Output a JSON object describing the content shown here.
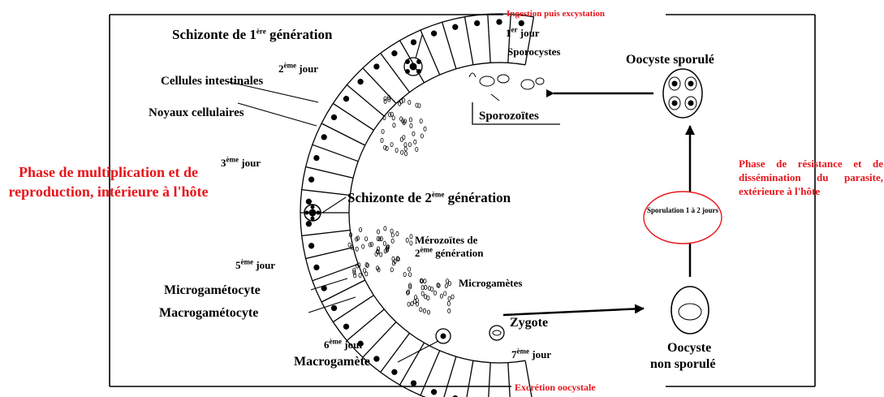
{
  "title_top": "Ingestion puis excystation",
  "title_bottom": "Excrétion oocystale",
  "left_phase": "Phase de multiplication et de reproduction, intérieure à l'hôte",
  "right_phase": "Phase de résistance et de dissémination du parasite, extérieure à l'hôte",
  "sporulation": "Sporulation 1 à 2 jours",
  "schizonte1": {
    "text": "Schizonte de 1",
    "sup": "ère",
    "tail": " génération"
  },
  "schizonte2": {
    "text": "Schizonte de 2",
    "sup": "ème",
    "tail": " génération"
  },
  "cellules": "Cellules intestinales",
  "noyaux": "Noyaux cellulaires",
  "sporocystes": "Sporocystes",
  "sporozoites": "Sporozoïtes",
  "oocyste_sporule": "Oocyste sporulé",
  "oocyste_non_l1": "Oocyste",
  "oocyste_non_l2": "non sporulé",
  "merozoites_l1": "Mérozoïtes de",
  "merozoites_l2": {
    "text": "2",
    "sup": "ème",
    "tail": " génération"
  },
  "microgametes": "Microgamètes",
  "microgametocyte": "Microgamétocyte",
  "macrogametocyte": "Macrogamétocyte",
  "macrogamete": "Macrogamète",
  "zygote": "Zygote",
  "days": {
    "d1": {
      "num": "1",
      "sup": "er",
      "tail": " jour"
    },
    "d2": {
      "num": "2",
      "sup": "ème",
      "tail": " jour"
    },
    "d3": {
      "num": "3",
      "sup": "ème",
      "tail": " jour"
    },
    "d5": {
      "num": "5",
      "sup": "ème",
      "tail": " jour"
    },
    "d6": {
      "num": "6",
      "sup": "ème",
      "tail": " jour"
    },
    "d7": {
      "num": "7",
      "sup": "ème",
      "tail": " jour"
    }
  },
  "colors": {
    "red": "#e8151b",
    "black": "#000000"
  }
}
